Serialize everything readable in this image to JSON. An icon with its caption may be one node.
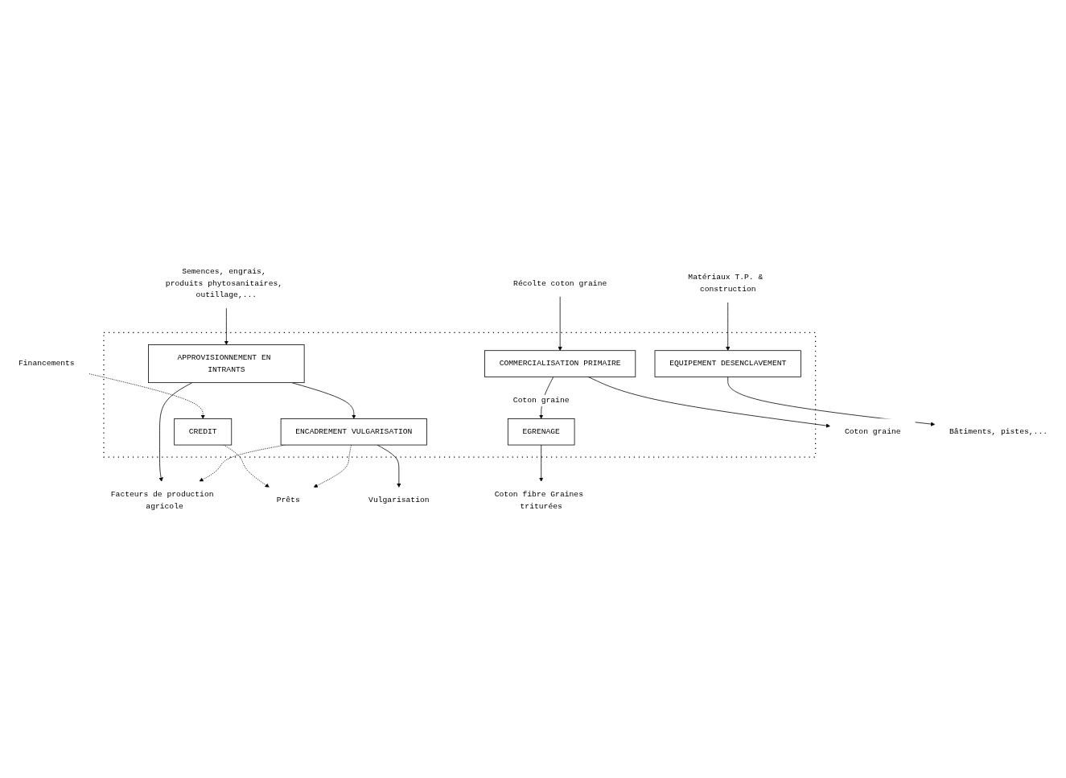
{
  "diagram": {
    "nodes": [
      {
        "text": [
          "Semences, engrais, produits phytosanitaires, outillage,..."
        ]
      },
      {
        "text": [
          "Financements"
        ]
      },
      {
        "text": [
          "Matériaux T.P. & construction"
        ]
      },
      {
        "text": [],
        "shape": "box"
      },
      {
        "text": [
          "APPROVISIONNEMENT EN INTRANTS"
        ],
        "in": 3
      },
      {
        "text": [
          "Facteurs de production agricole"
        ]
      },
      {
        "text": [
          "CREDIT"
        ],
        "in": 3
      },
      {
        "text": [
          "Prêts"
        ]
      },
      {
        "text": [
          "ENCADREMENT VULGARISATION"
        ],
        "in": 3
      },
      {
        "text": [
          "EQUIPEMENT DESENCLAVEMENT"
        ],
        "in": 3
      },
      {
        "text": [
          "Vulgarisation"
        ]
      },
      {
        "text": [
          "Récolte coton graine"
        ]
      },
      {
        "text": [
          "COMMERCIALISATION PRIMAIRE"
        ],
        "in": 3
      },
      {
        "text": [
          "EGRENAGE"
        ],
        "in": 3
      },
      {
        "text": [
          "Coton graine"
        ]
      },
      {
        "text": [
          "Coton fibre Graines triturées"
        ]
      },
      {
        "text": [
          "Bâtiments, pistes,..."
        ]
      }
    ],
    "edges": [
      {
        "from": 0,
        "to": 4,
        "arrow": "to"
      },
      {
        "from": 1,
        "to": 6,
        "arrow": "to",
        "style": "dashed"
      },
      {
        "from": 2,
        "to": 9,
        "arrow": "to"
      },
      {
        "from": 4,
        "to": 5,
        "arrow": "to"
      },
      {
        "from": 4,
        "to": 8,
        "arrow": "to"
      },
      {
        "from": 6,
        "to": 7,
        "arrow": "to",
        "style": "dashed"
      },
      {
        "from": 8,
        "to": 5,
        "arrow": "to",
        "style": "dashed"
      },
      {
        "from": 8,
        "to": 7,
        "arrow": "to",
        "style": "dashed"
      },
      {
        "from": 8,
        "to": 10,
        "arrow": "to"
      },
      {
        "from": 11,
        "to": 12,
        "arrow": "to"
      },
      {
        "from": 12,
        "to": 13,
        "arrow": "to",
        "label": "Coton graine"
      },
      {
        "from": 12,
        "to": 14,
        "arrow": "to"
      },
      {
        "from": 13,
        "to": 15,
        "arrow": "to"
      },
      {
        "from": 9,
        "to": 16,
        "arrow": "to"
      }
    ]
  }
}
